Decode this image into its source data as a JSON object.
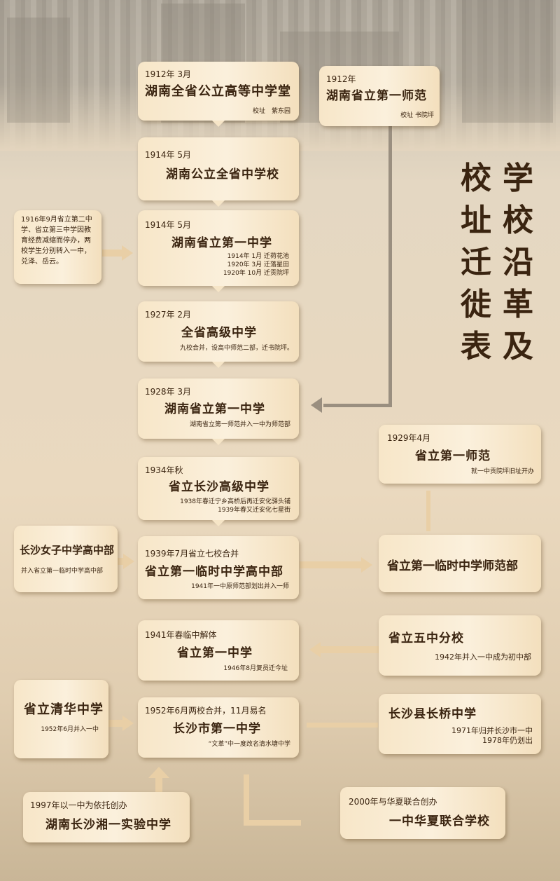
{
  "title": {
    "col1": "学校沿革及",
    "col2": "校址迁徙表"
  },
  "boxes": {
    "b1912a": {
      "date": "1912年 3月",
      "name": "湖南全省公立高等中学堂",
      "note": "校址　紫东园"
    },
    "b1912b": {
      "date": "1912年",
      "name": "湖南省立第一师范",
      "note": "校址 书院坪"
    },
    "b1914a": {
      "date": "1914年 5月",
      "name": "湖南公立全省中学校"
    },
    "b1914b": {
      "date": "1914年 5月",
      "name": "湖南省立第一中学",
      "note1": "1914年 1月 迁荷花池",
      "note2": "1920年 3月 迁落星田",
      "note3": "1920年 10月 迁贡院坪"
    },
    "b1916": {
      "text": "1916年9月省立第二中学、省立第三中学因教育经费减缩而停办，两校学生分别转入一中，兑泽、岳云。"
    },
    "b1927": {
      "date": "1927年 2月",
      "name": "全省高级中学",
      "note": "九校合并，设高中师范二部，迁书院坪。"
    },
    "b1928": {
      "date": "1928年 3月",
      "name": "湖南省立第一中学",
      "note": "湖南省立第一师范并入一中为师范部"
    },
    "b1929": {
      "date": "1929年4月",
      "name": "省立第一师范",
      "note": "就一中贡院坪旧址开办"
    },
    "b1934": {
      "date": "1934年秋",
      "name": "省立长沙高级中学",
      "note1": "1938年春迁宁乡高桥后再迁安化驿头铺",
      "note2": "1939年春又迁安化七星街"
    },
    "bgirls": {
      "name": "长沙女子中学高中部",
      "note": "并入省立第一临时中学高中部"
    },
    "b1939": {
      "date": "1939年7月省立七校合并",
      "name": "省立第一临时中学高中部",
      "note": "1941年一中原师范部划出并入一师"
    },
    "bnormal": {
      "name": "省立第一临时中学师范部"
    },
    "b1941": {
      "date": "1941年春临中解体",
      "name": "省立第一中学",
      "note": "1946年8月复员迁今址"
    },
    "bfive": {
      "name": "省立五中分校",
      "note": "1942年并入一中成为初中部"
    },
    "bqinghua": {
      "name": "省立清华中学",
      "note": "1952年6月并入一中"
    },
    "b1952": {
      "date": "1952年6月两校合并，11月易名",
      "name": "长沙市第一中学",
      "note": "“文革”中一度改名清水塘中学"
    },
    "bchangqiao": {
      "name": "长沙县长桥中学",
      "note1": "1971年归并长沙市一中",
      "note2": "1978年仍划出"
    },
    "b1997": {
      "date": "1997年以一中为依托创办",
      "name": "湖南长沙湘一实验中学"
    },
    "b2000": {
      "date": "2000年与华夏联合创办",
      "name": "一中华夏联合学校"
    }
  }
}
